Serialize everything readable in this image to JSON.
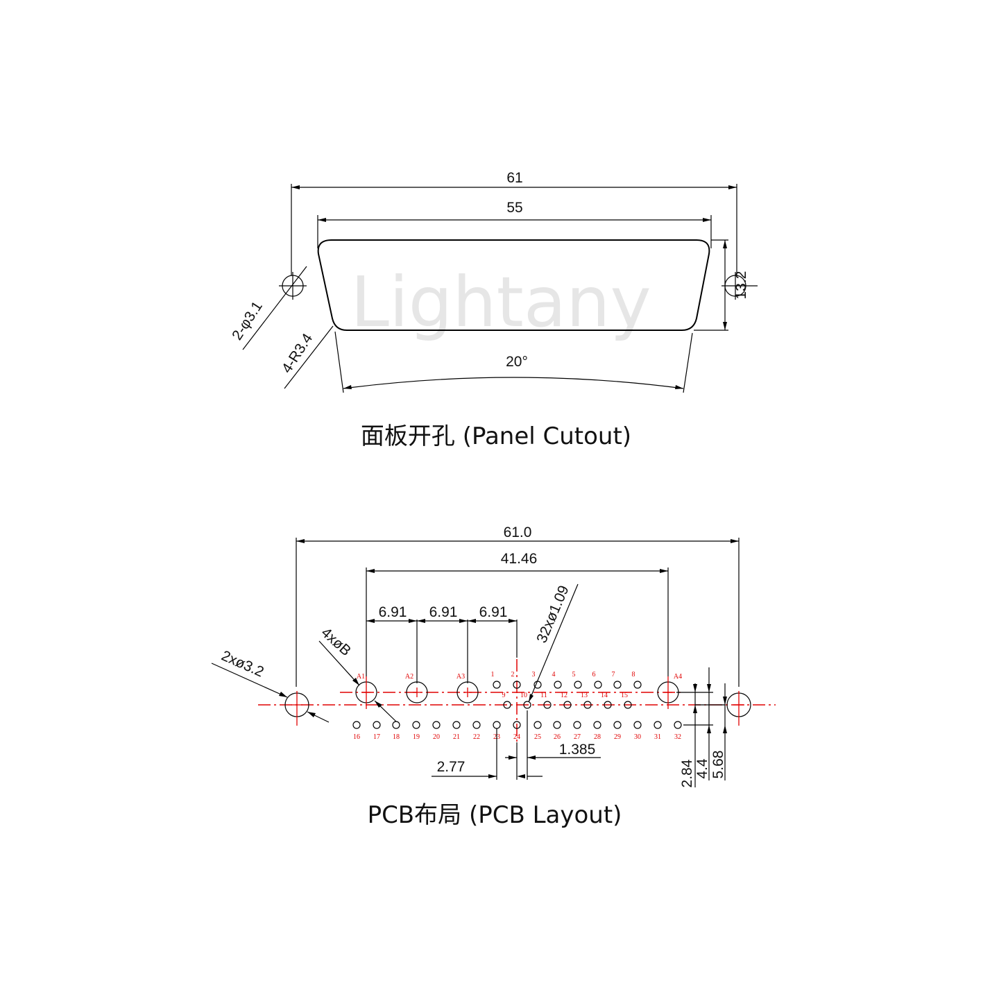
{
  "watermark": "Lightany",
  "panel": {
    "caption": "面板开孔 (Panel Cutout)",
    "dim_width_total": "61",
    "dim_width_inner": "55",
    "dim_hole_dia": "2-φ3.1",
    "dim_corner_radius": "4-R3.4",
    "dim_height": "13.2",
    "dim_angle": "20°"
  },
  "pcb": {
    "caption": "PCB布局 (PCB Layout)",
    "dim_total": "61.0",
    "dim_mount_spacing": "41.46",
    "dim_pitch_1": "6.91",
    "dim_pitch_2": "6.91",
    "dim_pitch_3": "6.91",
    "dim_mount_holes": "2xø3.2",
    "dim_coax_holes": "4xøB",
    "dim_signal_holes": "32xø1.09",
    "dim_row_pitch": "2.77",
    "dim_half_pitch": "1.385",
    "dim_v1": "2.84",
    "dim_v2": "4.4",
    "dim_v3": "5.68",
    "coax_labels": [
      "A1",
      "A2",
      "A3",
      "A4"
    ],
    "row1_labels": [
      "1",
      "2",
      "3",
      "4",
      "5",
      "6",
      "7",
      "8"
    ],
    "row2_labels": [
      "9",
      "10",
      "11",
      "12",
      "13",
      "14",
      "15"
    ],
    "row3_labels": [
      "16",
      "17",
      "18",
      "19",
      "20",
      "21",
      "22",
      "23",
      "24",
      "25",
      "26",
      "27",
      "28",
      "29",
      "30",
      "31",
      "32"
    ]
  }
}
